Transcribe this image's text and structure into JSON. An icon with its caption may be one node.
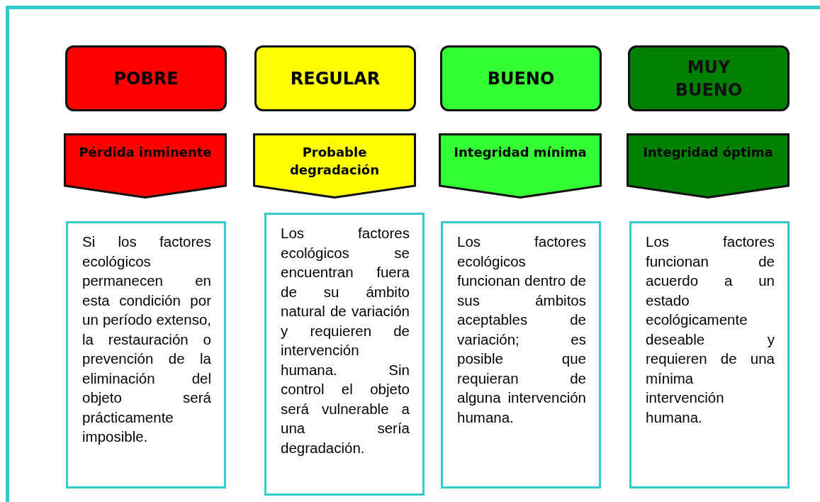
{
  "diagram": {
    "nodes": [
      {
        "text": [
          "POBRE"
        ]
      },
      {
        "text": [
          "REGULAR"
        ]
      },
      {
        "text": [
          "BUENO"
        ]
      },
      {
        "text": [
          "MUY BUENO"
        ]
      },
      {
        "text": [
          "Pérdida inminente"
        ]
      },
      {
        "text": [
          "Probable degradación"
        ]
      },
      {
        "text": [
          "Integridad mínima"
        ]
      },
      {
        "text": [
          "Integridad óptima"
        ]
      },
      {
        "text": [
          "Si los factores ecológicos permanecen en esta condición por un período extenso, la restauración o prevención de la eliminación del objeto será prácticamente imposible."
        ]
      },
      {
        "text": [
          "Los factores ecológicos se encuentran fuera de su ámbito natural de variación y requieren de intervención humana. Sin control el objeto será vulnerable a una sería degradación."
        ]
      },
      {
        "text": [
          "Los factores ecológicos funcionan dentro de sus ámbitos aceptables de variación; es posible que requieran de alguna intervención humana."
        ]
      },
      {
        "text": [
          "Los factores funcionan de acuerdo a un estado ecológicamente deseable y requieren de una mínima intervención humana."
        ]
      }
    ],
    "edges": []
  }
}
